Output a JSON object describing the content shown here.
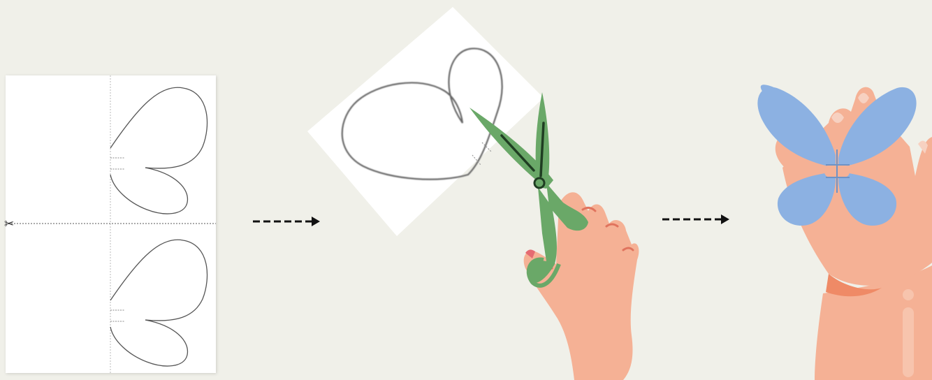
{
  "steps": [
    {
      "name": "printed-template"
    },
    {
      "name": "cutting-out"
    },
    {
      "name": "butterfly-on-finger"
    }
  ],
  "icons": {
    "scissors_glyph": "✂",
    "arrow": "dashed-arrow-right"
  },
  "colors": {
    "background": "#f0f0e9",
    "paper": "#ffffff",
    "outline": "#555555",
    "scissors": "#6aa868",
    "scissors_dark": "#1f3d22",
    "skin": "#f5b195",
    "skin_shadow": "#e5917a",
    "nail": "#f7d1c1",
    "knuckle": "#e0735d",
    "sleeve_shadow": "#ef8a66",
    "butterfly": "#8cb1e2",
    "butterfly_body": "#6f93c5",
    "arrow": "#111111"
  }
}
